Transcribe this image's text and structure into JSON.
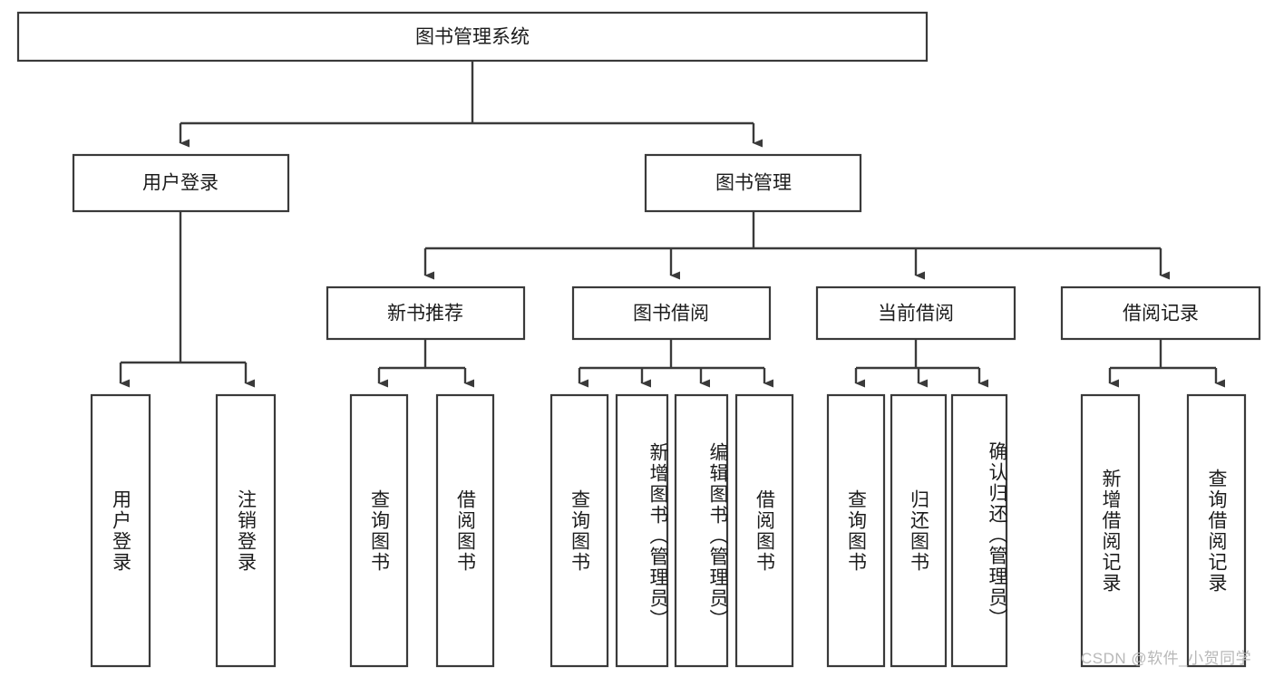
{
  "diagram": {
    "title": "图书管理系统",
    "watermark": "CSDN @软件_小贺同学",
    "root": {
      "label": "图书管理系统"
    },
    "level1": [
      {
        "label": "用户登录"
      },
      {
        "label": "图书管理"
      }
    ],
    "level2": [
      {
        "label": "新书推荐"
      },
      {
        "label": "图书借阅"
      },
      {
        "label": "当前借阅"
      },
      {
        "label": "借阅记录"
      }
    ],
    "leaves": {
      "user_login": [
        {
          "label": "用户登录"
        },
        {
          "label": "注销登录"
        }
      ],
      "new_book_recommend": [
        {
          "label": "查询图书"
        },
        {
          "label": "借阅图书"
        }
      ],
      "book_borrow": [
        {
          "label": "查询图书"
        },
        {
          "label": "新增图书（管理员）"
        },
        {
          "label": "编辑图书（管理员）"
        },
        {
          "label": "借阅图书"
        }
      ],
      "current_borrow": [
        {
          "label": "查询图书"
        },
        {
          "label": "归还图书"
        },
        {
          "label": "确认归还（管理员）"
        }
      ],
      "borrow_record": [
        {
          "label": "新增借阅记录"
        },
        {
          "label": "查询借阅记录"
        }
      ]
    }
  },
  "colors": {
    "stroke": "#3a3a3a",
    "fill": "#ffffff",
    "text": "#1c1c1c",
    "watermark": "#b8b8b8"
  }
}
